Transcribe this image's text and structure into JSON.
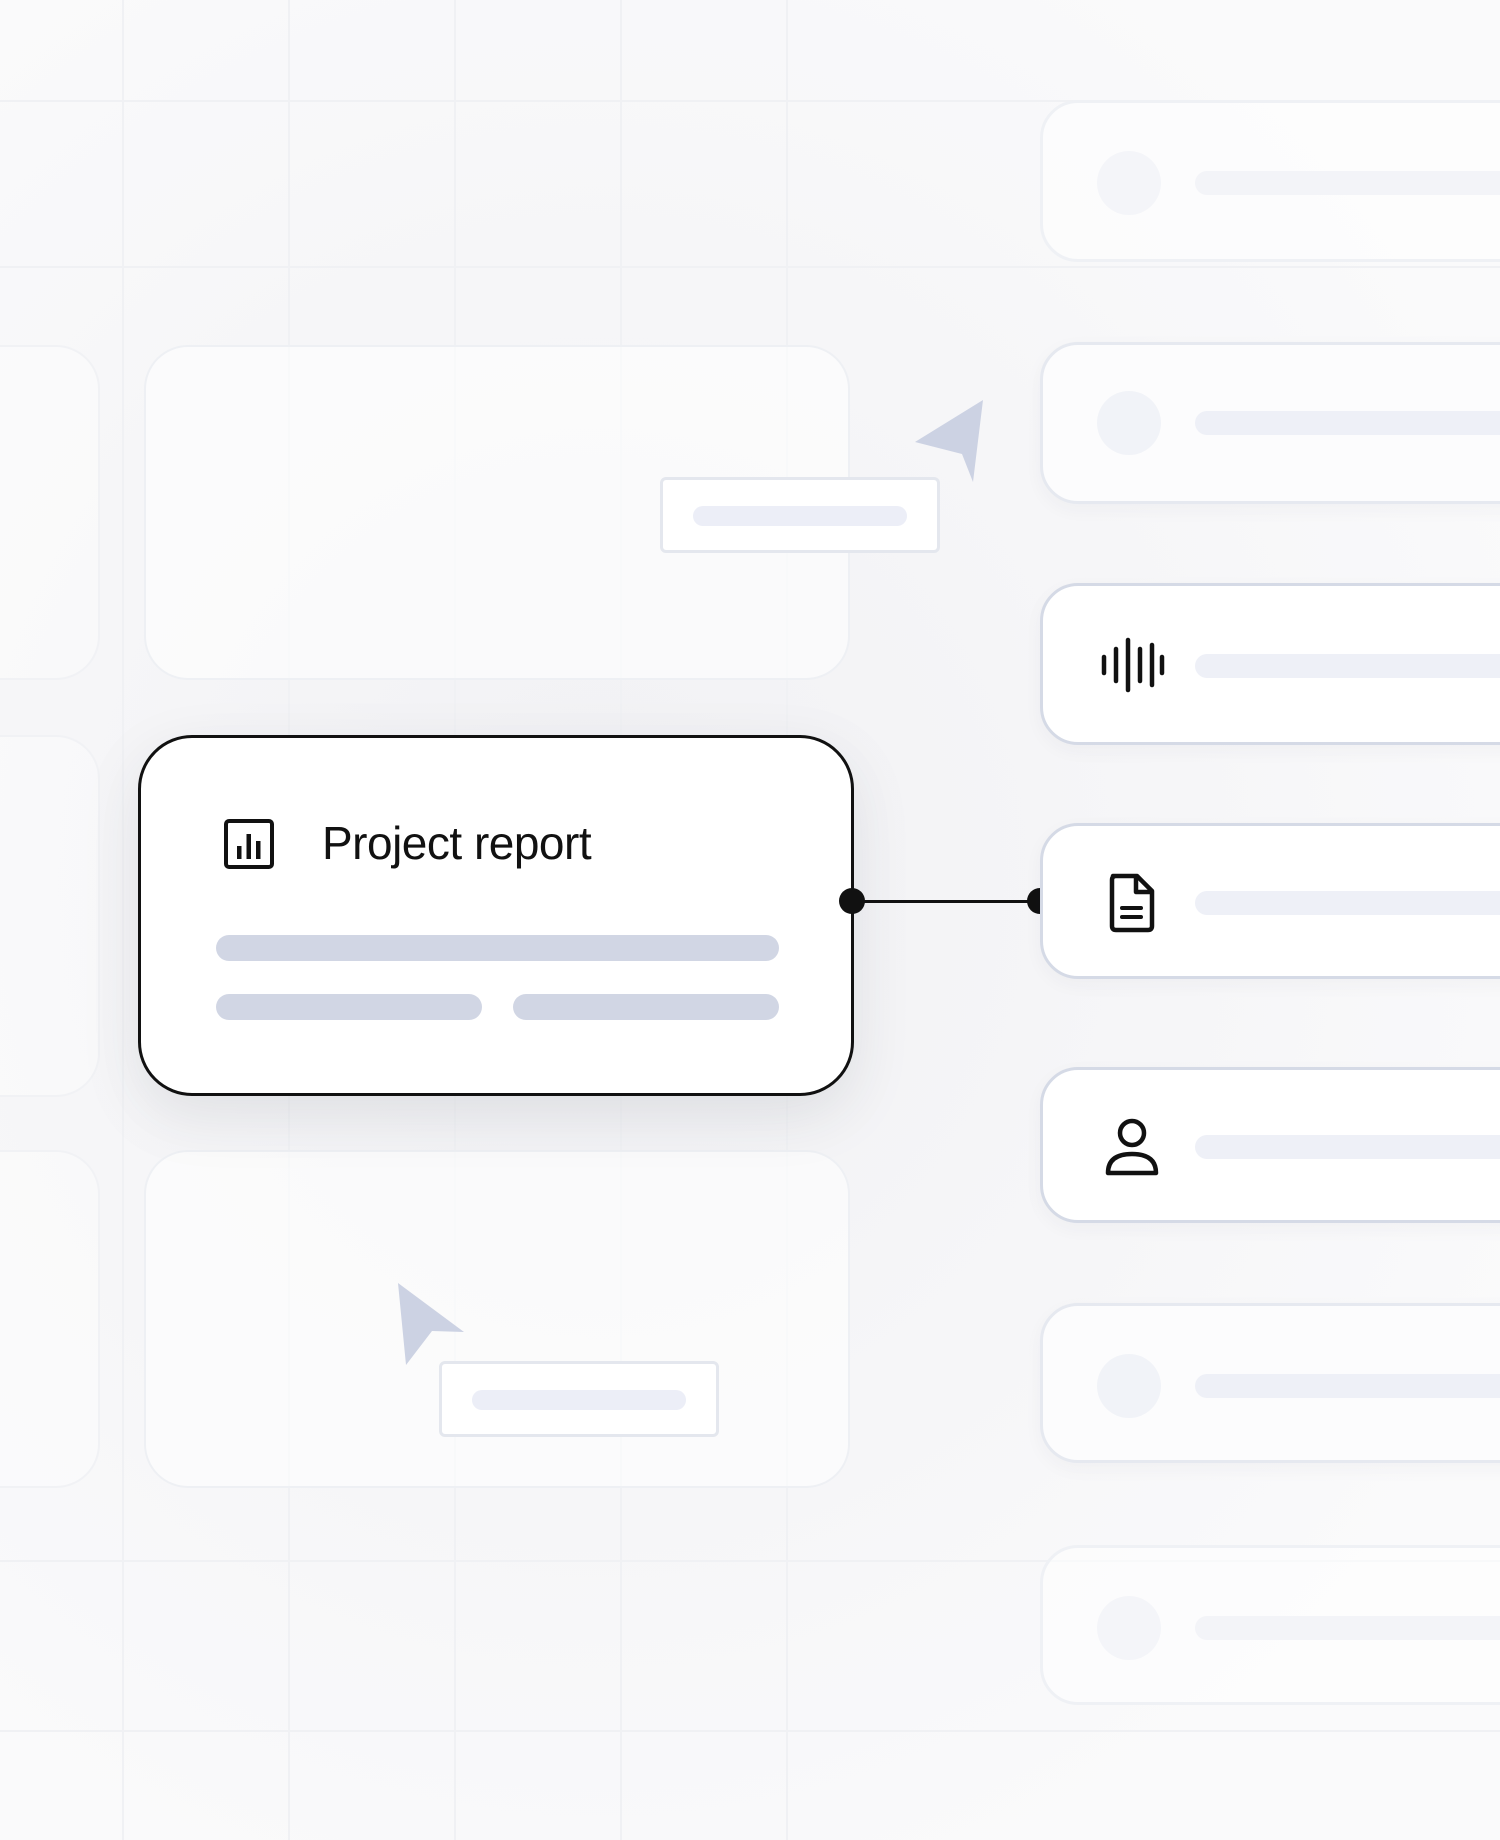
{
  "main_card": {
    "title": "Project report",
    "icon": "bar-chart-icon"
  },
  "side_cards": [
    {
      "icon": "placeholder-dot"
    },
    {
      "icon": "placeholder-dot"
    },
    {
      "icon": "audio-waveform-icon"
    },
    {
      "icon": "document-icon"
    },
    {
      "icon": "user-icon"
    },
    {
      "icon": "placeholder-dot"
    },
    {
      "icon": "placeholder-dot"
    }
  ],
  "colors": {
    "accent": "#111111",
    "skeleton": "#d1d6e4",
    "card_border": "#d5dae6",
    "cursor": "#ccd2e3",
    "background": "#f7f7f9"
  }
}
